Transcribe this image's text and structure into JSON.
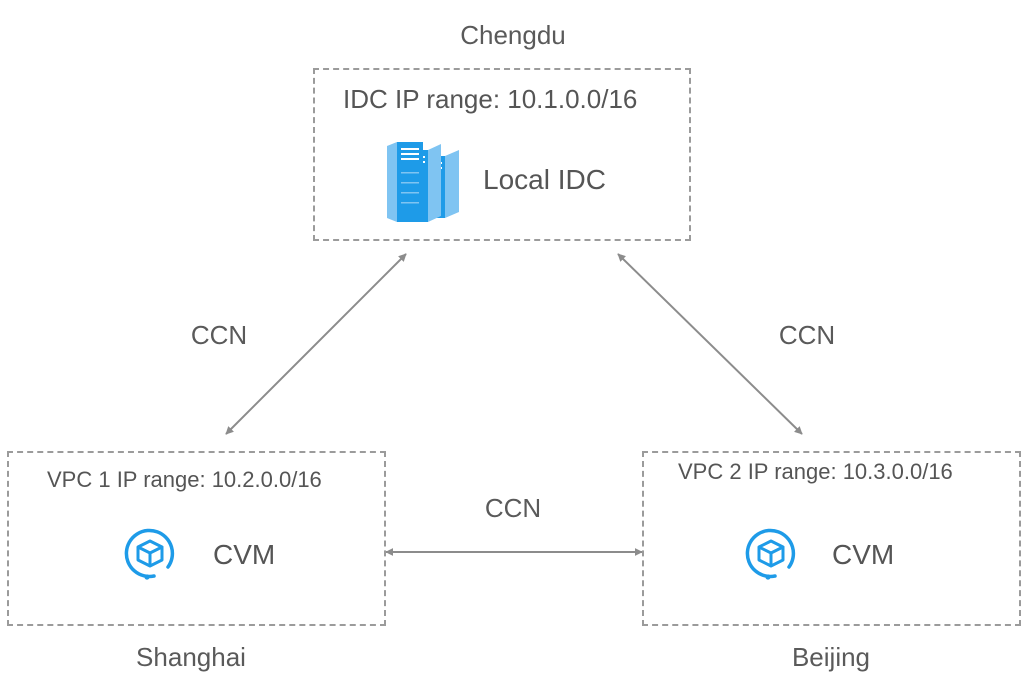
{
  "idc": {
    "region": "Chengdu",
    "ip_range": "IDC IP range: 10.1.0.0/16",
    "node_label": "Local IDC",
    "icon": "server-rack-icon"
  },
  "vpc1": {
    "region": "Shanghai",
    "ip_range": "VPC 1 IP range: 10.2.0.0/16",
    "node_label": "CVM",
    "icon": "cvm-icon"
  },
  "vpc2": {
    "region": "Beijing",
    "ip_range": "VPC 2 IP range: 10.3.0.0/16",
    "node_label": "CVM",
    "icon": "cvm-icon"
  },
  "links": {
    "idc_vpc1": "CCN",
    "idc_vpc2": "CCN",
    "vpc1_vpc2": "CCN"
  },
  "colors": {
    "icon_blue": "#1e9be8",
    "arrow_gray": "#8c8c8c",
    "border_gray": "#9b9b9b"
  }
}
